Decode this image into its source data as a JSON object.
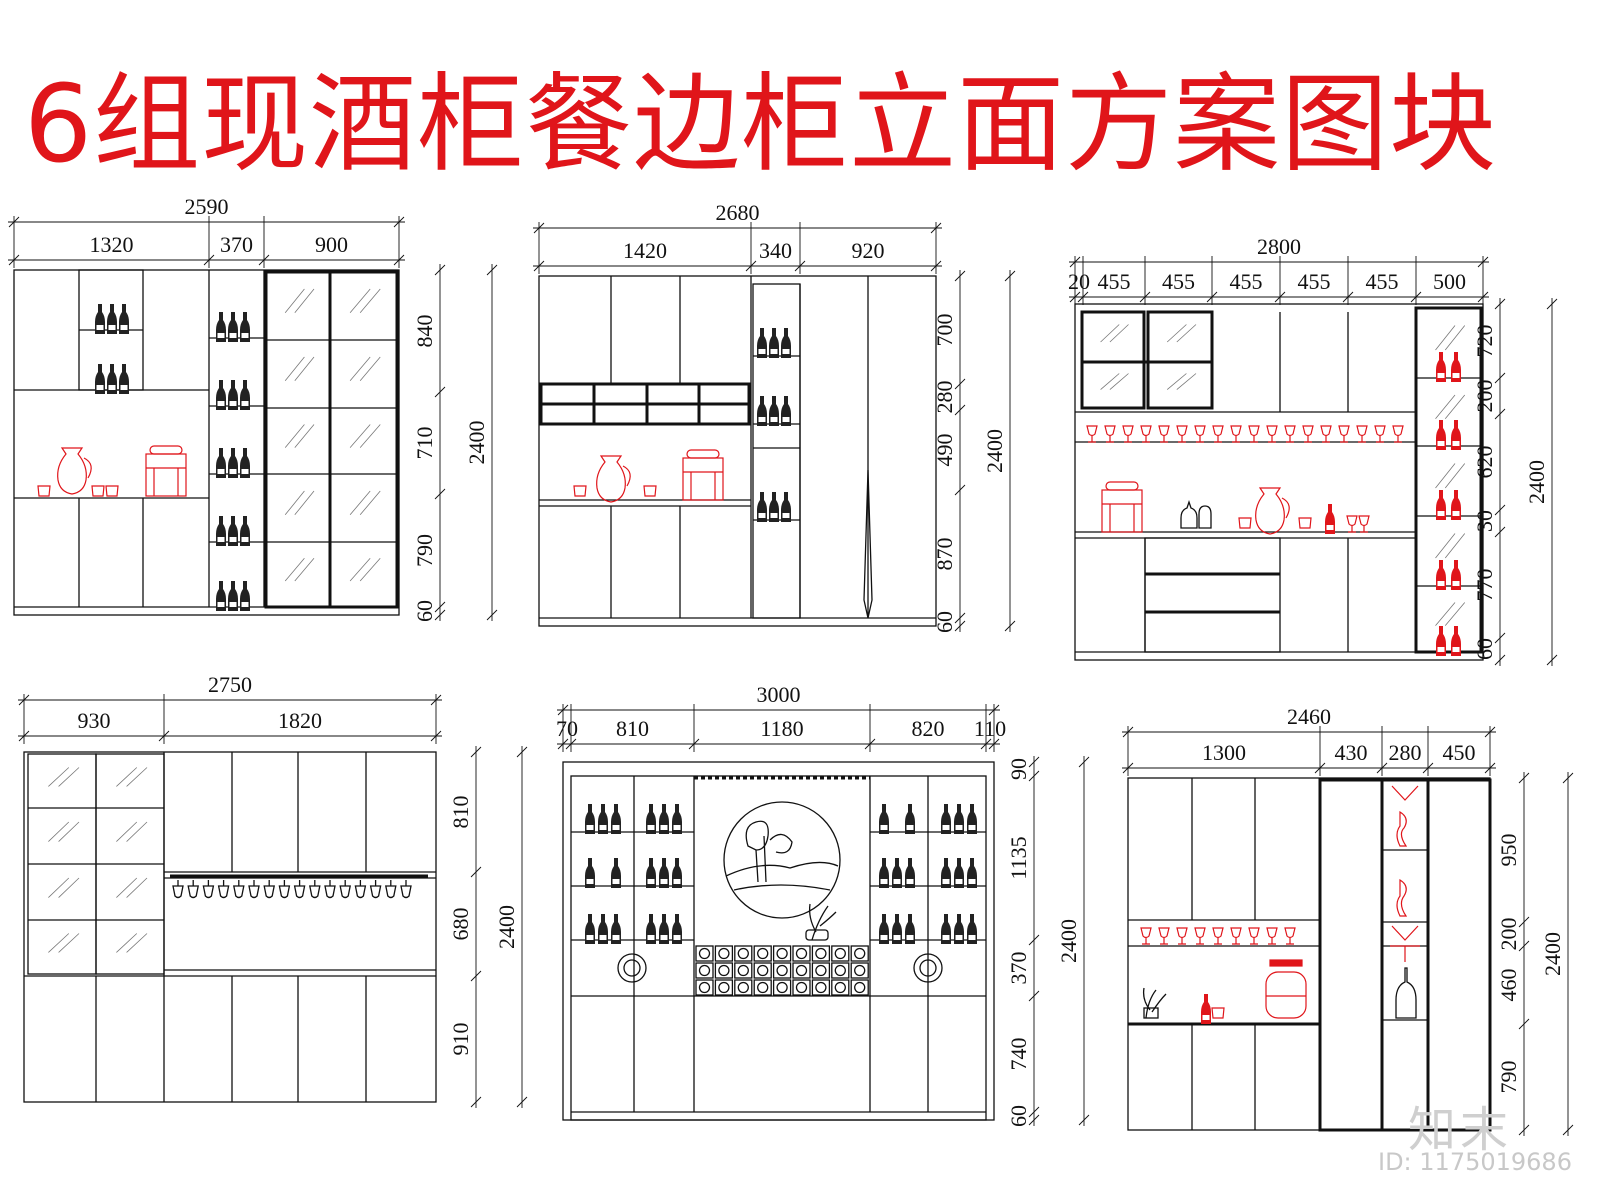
{
  "title": "6组现酒柜餐边柜立面方案图块",
  "watermark": {
    "logo": "知末",
    "id": "ID: 1175019686"
  },
  "colors": {
    "accent": "#e0151a",
    "line": "#111111"
  },
  "cabinets": [
    {
      "total": "2590",
      "widths": [
        "1320",
        "370",
        "900"
      ],
      "heights": [
        "840",
        "710",
        "790",
        "60"
      ],
      "total_height": "2400"
    },
    {
      "total": "2680",
      "widths": [
        "1420",
        "340",
        "920"
      ],
      "heights": [
        "700",
        "280",
        "490",
        "870",
        "60"
      ],
      "total_height": "2400"
    },
    {
      "total": "2800",
      "widths": [
        "20",
        "455",
        "455",
        "455",
        "455",
        "455",
        "500"
      ],
      "heights": [
        "720",
        "200",
        "620",
        "30",
        "770",
        "60"
      ],
      "total_height": "2400"
    },
    {
      "total": "2750",
      "widths": [
        "930",
        "1820"
      ],
      "heights": [
        "810",
        "680",
        "910"
      ],
      "total_height": "2400"
    },
    {
      "total": "3000",
      "widths": [
        "70",
        "810",
        "1180",
        "820",
        "110"
      ],
      "heights": [
        "90",
        "1135",
        "370",
        "740",
        "60"
      ],
      "total_height": "2400"
    },
    {
      "total": "2460",
      "widths": [
        "1300",
        "430",
        "280",
        "450"
      ],
      "heights": [
        "950",
        "200",
        "460",
        "790"
      ],
      "total_height": "2400"
    }
  ]
}
